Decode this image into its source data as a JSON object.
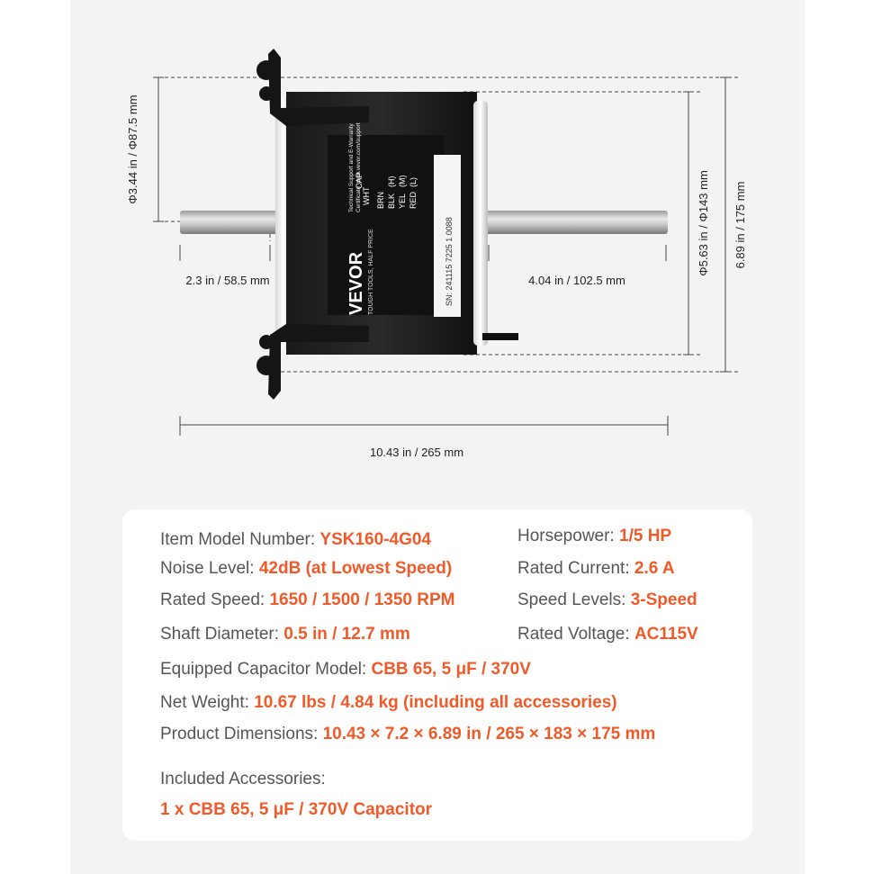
{
  "colors": {
    "accent": "#f05a28",
    "label": "#555555",
    "panel": "#f3f3f3"
  },
  "dimensions": {
    "flange_diameter": "Φ3.44 in / Φ87.5 mm",
    "left_shaft": "2.3 in / 58.5 mm",
    "right_shaft": "4.04 in / 102.5 mm",
    "body_diameter": "Φ5.63 in / Φ143 mm",
    "overall_height": "6.89 in / 175 mm",
    "overall_length": "10.43 in / 265 mm"
  },
  "motor_label": {
    "brand": "VEVOR",
    "tagline": "TOUGH TOOLS, HALF PRICE",
    "support_line1": "Technical Support and E-Warranty",
    "support_line2": "Certificate www.vevor.com/support",
    "serial": "SN: 241115 7225 1 0088",
    "wire_wht": "WHT",
    "wire_cap": "CAP",
    "wire_brn": "BRN",
    "wire_blk": "BLK",
    "wire_yel": "YEL",
    "wire_red": "RED",
    "wire_hi": "(H)",
    "wire_m": "(M)",
    "wire_l": "(L)"
  },
  "specs": {
    "model_label": "Item Model Number: ",
    "model_value": "YSK160-4G04",
    "hp_label": "Horsepower: ",
    "hp_value": "1/5 HP",
    "noise_label": "Noise Level: ",
    "noise_value": "42dB (at Lowest Speed)",
    "current_label": "Rated Current: ",
    "current_value": "2.6 A",
    "speed_label": "Rated Speed: ",
    "speed_value": "1650 / 1500 / 1350 RPM",
    "levels_label": "Speed Levels: ",
    "levels_value": "3-Speed",
    "shaft_label": "Shaft Diameter: ",
    "shaft_value": "0.5 in / 12.7 mm",
    "voltage_label": "Rated Voltage: ",
    "voltage_value": "AC115V",
    "capacitor_label": "Equipped Capacitor Model: ",
    "capacitor_value": "CBB 65, 5 μF / 370V",
    "weight_label": "Net Weight: ",
    "weight_value": "10.67 lbs / 4.84 kg (including all accessories)",
    "dims_label": "Product Dimensions: ",
    "dims_value": "10.43 × 7.2 × 6.89 in / 265 × 183 × 175 mm",
    "accessories_label": "Included Accessories:",
    "accessories_value": "1 x CBB 65, 5 μF / 370V Capacitor"
  }
}
